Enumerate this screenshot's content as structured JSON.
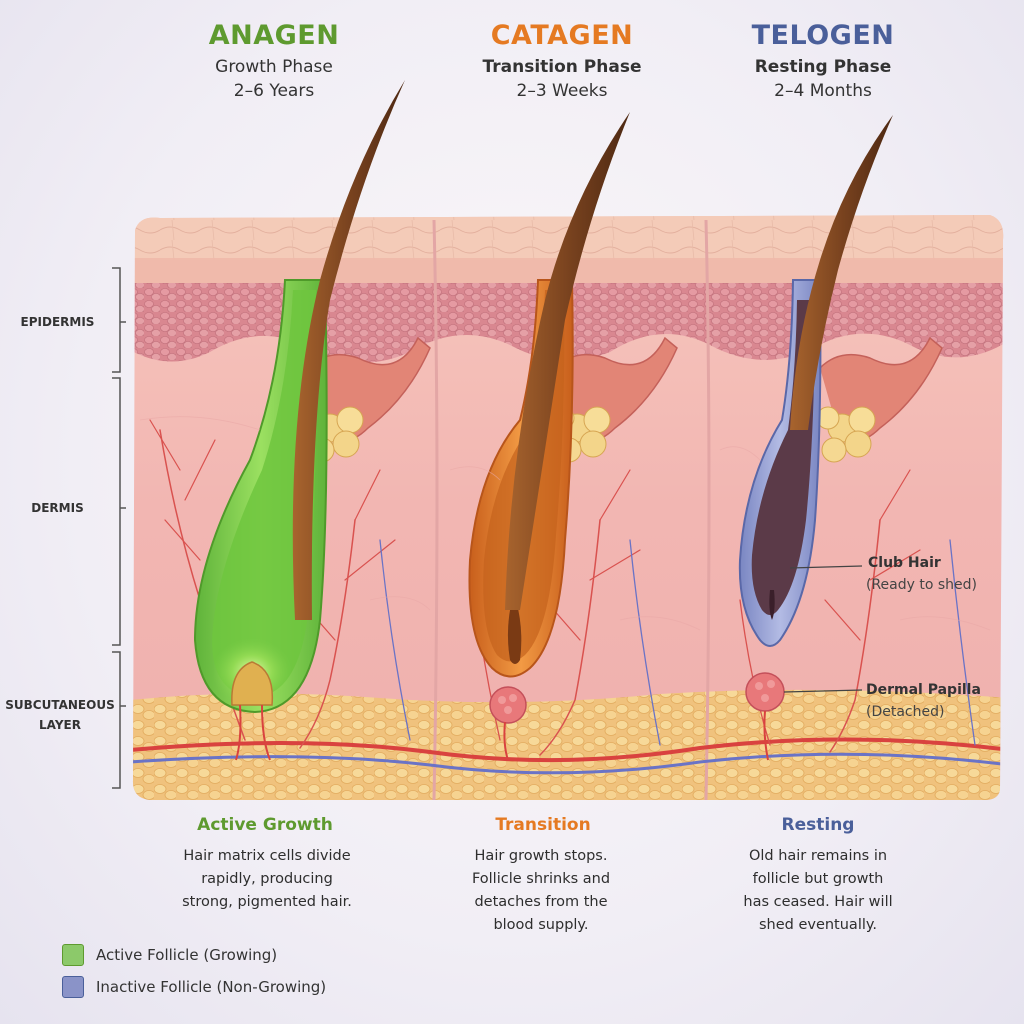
{
  "phases": [
    {
      "name": "ANAGEN",
      "subtitle": "Growth Phase",
      "duration": "2–6 Years",
      "color": "#5e9a2f",
      "desc_title": "Active Growth",
      "desc_lines": [
        "Hair matrix cells divide",
        "rapidly, producing",
        "strong, pigmented hair."
      ]
    },
    {
      "name": "CATAGEN",
      "subtitle": "Transition Phase",
      "duration": "2–3 Weeks",
      "color": "#e57a22",
      "desc_title": "Transition",
      "desc_lines": [
        "Hair growth stops.",
        "Follicle shrinks and",
        "detaches from the",
        "blood supply."
      ]
    },
    {
      "name": "TELOGEN",
      "subtitle": "Resting Phase",
      "duration": "2–4 Months",
      "color": "#4a5f9a",
      "desc_title": "Resting",
      "desc_lines": [
        "Old hair remains in",
        "follicle but growth",
        "has ceased. Hair will",
        "shed eventually."
      ]
    }
  ],
  "layers": {
    "epidermis": "EPIDERMIS",
    "dermis": "DERMIS",
    "subcutaneous_1": "SUBCUTANEOUS",
    "subcutaneous_2": "LAYER"
  },
  "callouts": {
    "club_hair": {
      "title": "Club Hair",
      "sub": "(Ready to shed)"
    },
    "dermal_papilla": {
      "title": "Dermal Papilla",
      "sub": "(Detached)"
    }
  },
  "legend": [
    {
      "label": "Active Follicle (Growing)",
      "color": "#8cc96a",
      "border": "#5e9a2f"
    },
    {
      "label": "Inactive Follicle (Non-Growing)",
      "color": "#8a93c8",
      "border": "#4a5f9a"
    }
  ],
  "colors": {
    "active_follicle": "#7fcf4a",
    "catagen_follicle": "#e8852f",
    "telogen_follicle": "#8f9ad0",
    "hair_shaft": "#6b3a1c",
    "skin": "#f3b7b4",
    "epidermis": "#d88c92",
    "fat": "#f3cf8a",
    "artery": "#d9423f",
    "vein": "#6a73c6"
  }
}
